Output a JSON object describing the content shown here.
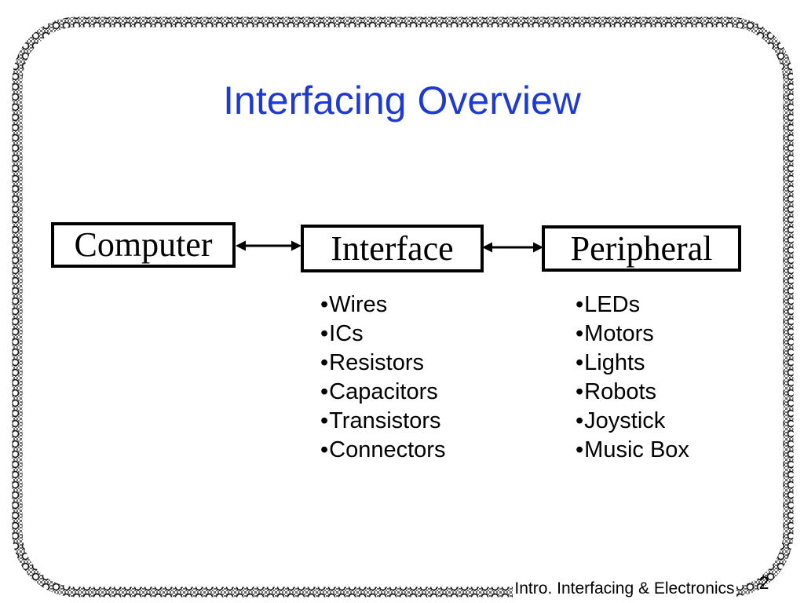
{
  "slide": {
    "title": "Interfacing Overview",
    "bullet": "•",
    "colors": {
      "title_blue": "#1e3ad2",
      "box_border": "#000000",
      "border_pattern_gray": "#6e6e6e"
    },
    "boxes": {
      "computer": "Computer",
      "interface": "Interface",
      "peripheral": "Peripheral"
    },
    "interface_items": [
      "Wires",
      "ICs",
      "Resistors",
      "Capacitors",
      "Transistors",
      "Connectors"
    ],
    "peripheral_items": [
      "LEDs",
      "Motors",
      "Lights",
      "Robots",
      "Joystick",
      "Music Box"
    ],
    "footer": {
      "course": "Intro. Interfacing & Electronics",
      "page_number": "2"
    }
  }
}
